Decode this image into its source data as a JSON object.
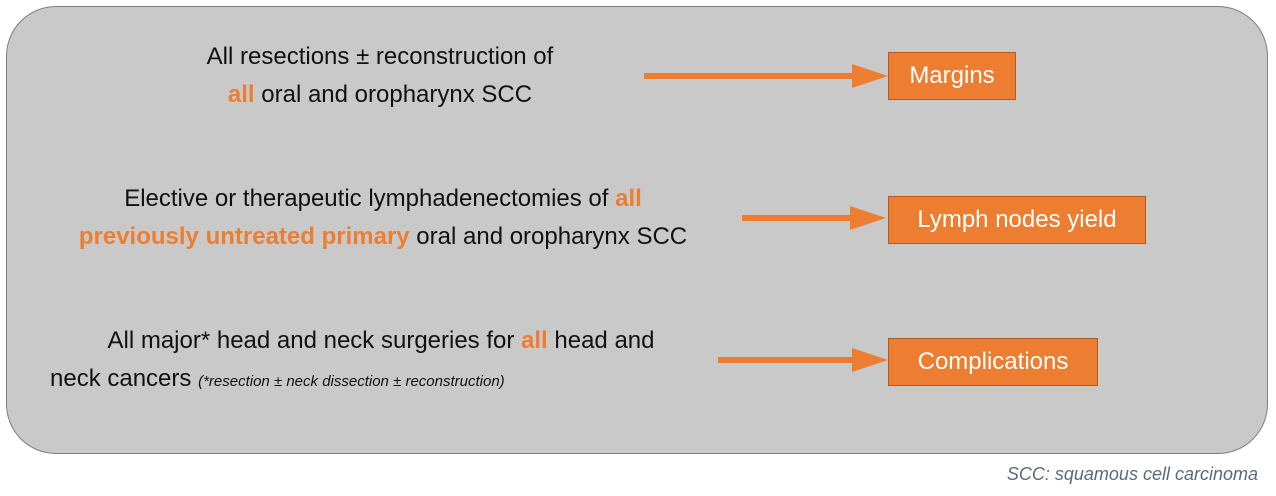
{
  "rows": [
    {
      "line1": [
        "All resections ± reconstruction of"
      ],
      "line2_hl": "all",
      "line2_rest": " oral and oropharynx SCC",
      "outcome": "Margins"
    },
    {
      "line1_text": "Elective or therapeutic lymphadenectomies of  ",
      "line1_hl": "all",
      "line2_hl": "previously untreated primary",
      "line2_rest": " oral and oropharynx SCC",
      "outcome": "Lymph nodes yield"
    },
    {
      "line1_text": "All major* head and neck surgeries for  ",
      "line1_hl": "all",
      "line1_rest": " head and",
      "line2_text": "neck cancers ",
      "line2_note": "(*resection ± neck dissection ± reconstruction)",
      "outcome": "Complications"
    }
  ],
  "footnote": "SCC: squamous cell carcinoma",
  "colors": {
    "accent": "#ed7d31",
    "panel": "#c9c9c9",
    "border": "#7f7f7f"
  }
}
